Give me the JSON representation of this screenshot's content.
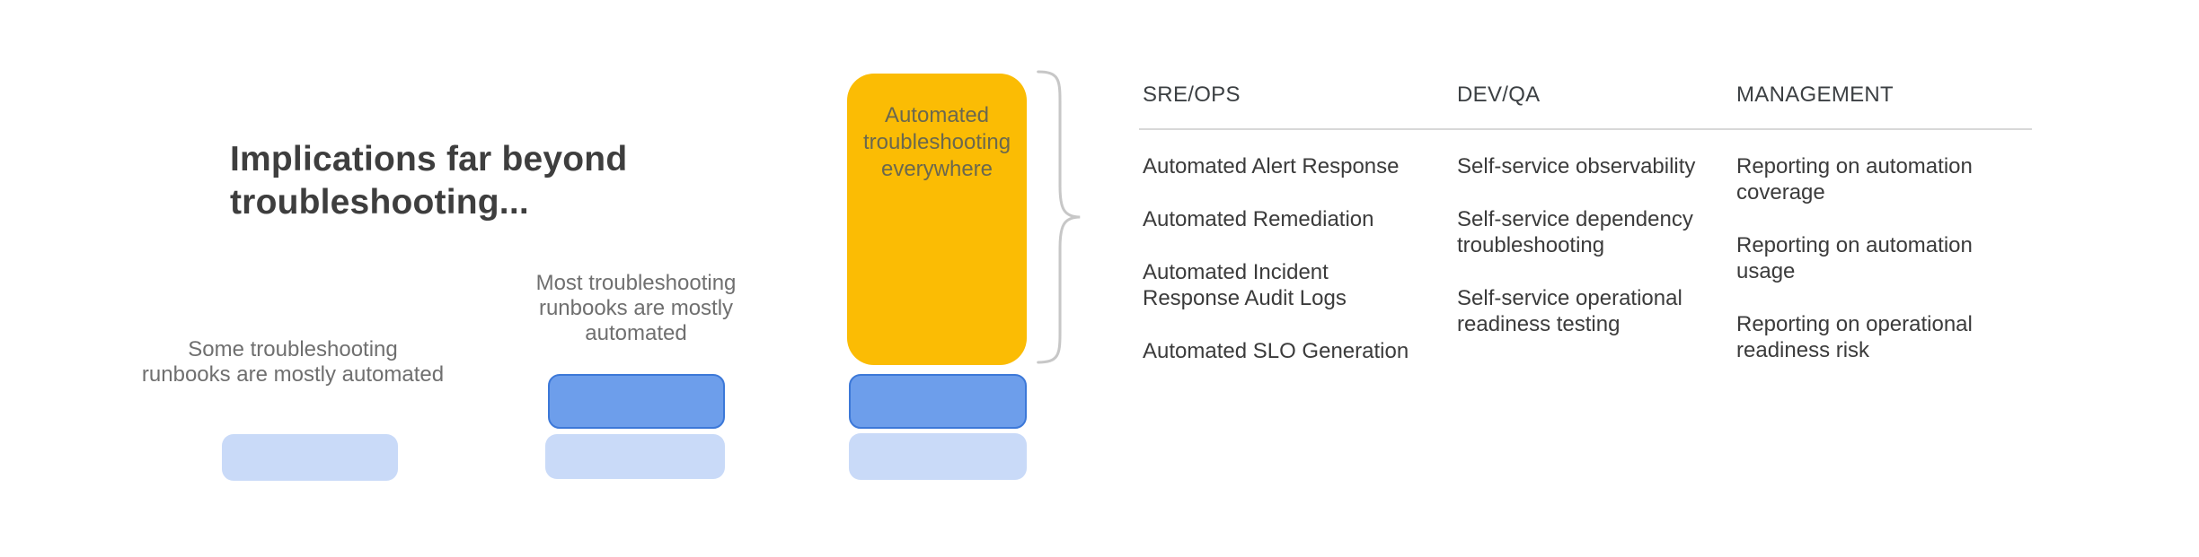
{
  "title": "Implications far beyond troubleshooting...",
  "colors": {
    "yellow": "#FBBC04",
    "yellow-text": "#6B684E",
    "blue-medium": "#6D9EEB",
    "blue-border": "#3C78D8",
    "blue-light": "#C9DAF8",
    "brace-gray": "#C7C7C7",
    "divider": "#D8D8D8",
    "title-color": "#3E3E3E",
    "label-color": "#6F6F6F",
    "header-color": "#3C4043",
    "cell-color": "#3B3B3B"
  },
  "progression": {
    "stages": [
      {
        "label_lines": [
          "Some troubleshooting",
          "runbooks are mostly automated"
        ],
        "blocks": [
          "light-blue"
        ]
      },
      {
        "label": "Most troubleshooting runbooks are mostly automated",
        "blocks": [
          "medium-blue",
          "light-blue"
        ]
      },
      {
        "label": "Automated troubleshooting everywhere",
        "blocks": [
          "yellow",
          "medium-blue",
          "light-blue"
        ]
      }
    ]
  },
  "table": {
    "columns": [
      {
        "header": "SRE/OPS",
        "items": [
          "Automated Alert Response",
          "Automated Remediation",
          "Automated Incident Response Audit Logs",
          "Automated SLO Generation"
        ]
      },
      {
        "header": "DEV/QA",
        "items": [
          "Self-service observability",
          "Self-service dependency troubleshooting",
          "Self-service operational readiness testing"
        ]
      },
      {
        "header": "MANAGEMENT",
        "items": [
          "Reporting on automation coverage",
          "Reporting on automation usage",
          "Reporting on operational readiness risk"
        ]
      }
    ]
  }
}
